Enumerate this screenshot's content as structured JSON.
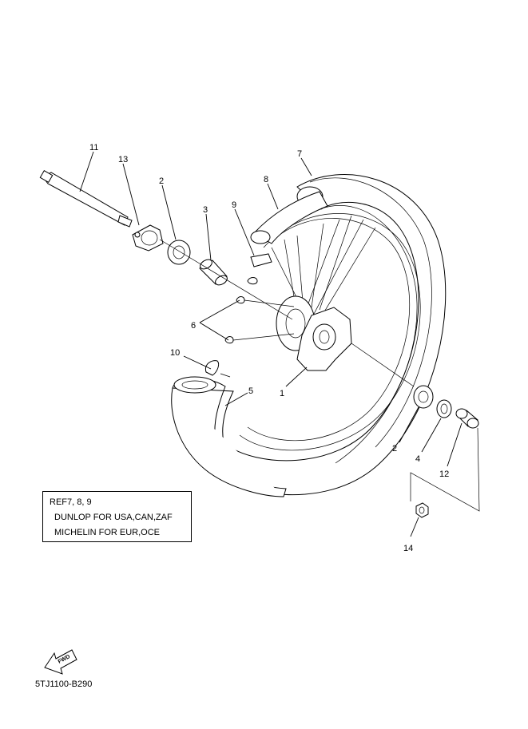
{
  "callouts": {
    "c1": "1",
    "c2a": "2",
    "c2b": "2",
    "c3": "3",
    "c4": "4",
    "c5": "5",
    "c6": "6",
    "c7": "7",
    "c8": "8",
    "c9": "9",
    "c10": "10",
    "c11": "11",
    "c12": "12",
    "c13": "13",
    "c14": "14"
  },
  "reference_note": {
    "line1": "REF7, 8, 9",
    "line2": "DUNLOP FOR USA,CAN,ZAF",
    "line3": "MICHELIN FOR EUR,OCE"
  },
  "fwd_label": "FWD",
  "diagram_code": "5TJ1100-B290"
}
